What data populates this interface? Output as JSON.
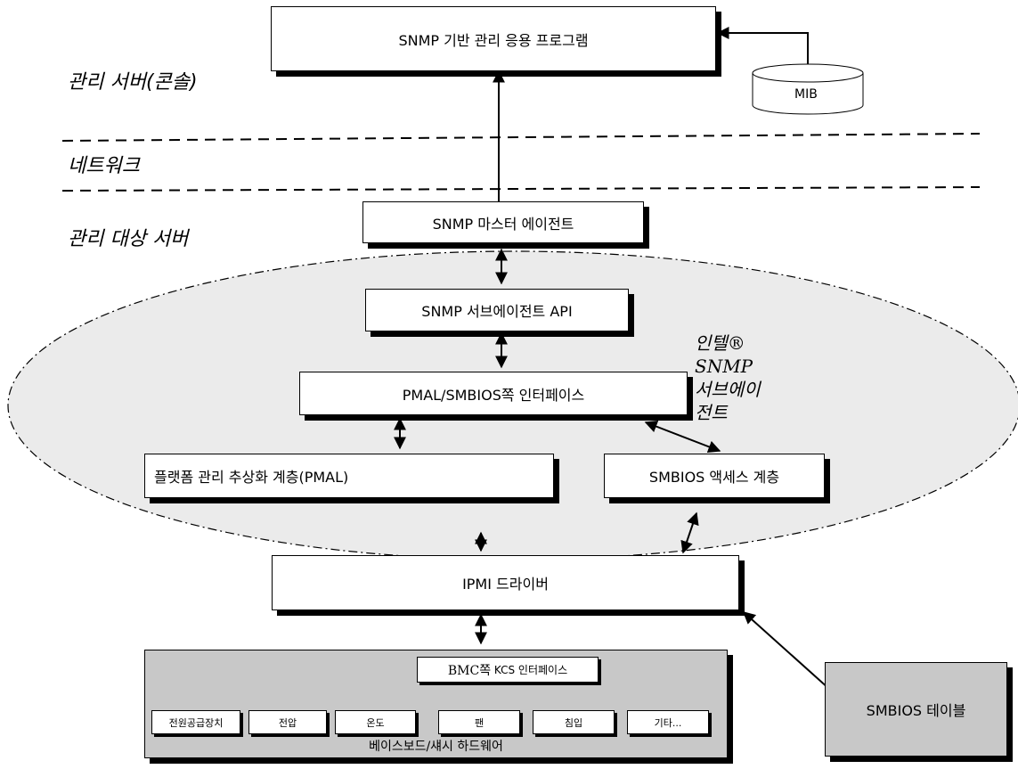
{
  "labels": {
    "management_server": "관리 서버(콘솔)",
    "network": "네트워크",
    "managed_server": "관리 대상 서버"
  },
  "boxes": {
    "snmp_app": "SNMP 기반 관리 응용 프로그램",
    "mib": "MIB",
    "snmp_master_agent": "SNMP 마스터 에이전트",
    "snmp_subagent_api": "SNMP 서브에이전트 API",
    "pmal_smbios_interface": "PMAL/SMBIOS쪽 인터페이스",
    "pmal_layer": "플랫폼 관리 추상화 계층(PMAL)",
    "smbios_access_layer": "SMBIOS 액세스 계층",
    "ipmi_driver": "IPMI 드라이버",
    "smbios_table": "SMBIOS 테이블"
  },
  "intel_subagent": {
    "line1": "인텔®",
    "line2": "SNMP",
    "line3": "서브에이",
    "line4": "전트"
  },
  "hardware": {
    "bmc_prefix": "BMC쪽",
    "bmc_suffix": "KCS 인터페이스",
    "items": [
      "전원공급장치",
      "전압",
      "온도",
      "팬",
      "침입",
      "기타..."
    ],
    "caption": "베이스보드/섀시 하드웨어"
  }
}
